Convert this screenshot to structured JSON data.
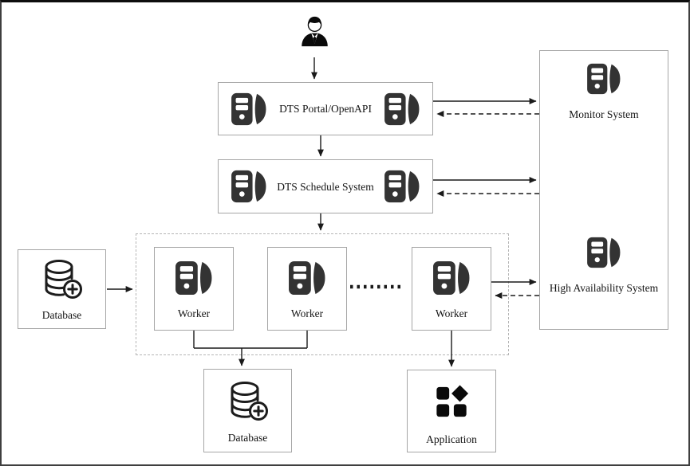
{
  "colors": {
    "background": "#ffffff",
    "box_border": "#a6a6a6",
    "dashed_group_border": "#b5b5b5",
    "server_icon": "#333333",
    "black_icon": "#0d0d0d",
    "connector_line": "#1a1a1a",
    "text": "#141414"
  },
  "nodes": {
    "user": {
      "icon": "user-icon"
    },
    "portal": {
      "label": "DTS Portal/OpenAPI",
      "icons": [
        "server-icon",
        "server-icon"
      ]
    },
    "schedule": {
      "label": "DTS Schedule System",
      "icons": [
        "server-icon",
        "server-icon"
      ]
    },
    "workers": [
      {
        "label": "Worker",
        "icon": "server-icon"
      },
      {
        "label": "Worker",
        "icon": "server-icon"
      },
      {
        "label": "Worker",
        "icon": "server-icon"
      }
    ],
    "source_database": {
      "label": "Database",
      "icon": "database-add-icon"
    },
    "target_database": {
      "label": "Database",
      "icon": "database-add-icon"
    },
    "application": {
      "label": "Application",
      "icon": "application-grid-icon"
    },
    "monitor": {
      "label": "Monitor System",
      "icon": "server-icon"
    },
    "high_availability": {
      "label": "High Availability System",
      "icon": "server-icon"
    }
  },
  "connections": [
    {
      "from": "user",
      "to": "dts-portal",
      "style": "solid-arrow"
    },
    {
      "from": "dts-portal",
      "to": "dts-schedule",
      "style": "solid-arrow"
    },
    {
      "from": "dts-schedule",
      "to": "worker-group",
      "style": "solid-arrow"
    },
    {
      "from": "source-database",
      "to": "worker-group",
      "style": "solid-arrow"
    },
    {
      "from": "worker-1",
      "to": "target-database",
      "style": "solid-arrow"
    },
    {
      "from": "worker-2",
      "to": "target-database",
      "style": "solid-arrow"
    },
    {
      "from": "worker-3",
      "to": "application",
      "style": "solid-arrow"
    },
    {
      "from": "dts-portal",
      "to": "monitor-system",
      "style": "solid-arrow"
    },
    {
      "from": "monitor-system",
      "to": "dts-portal",
      "style": "dashed-arrow"
    },
    {
      "from": "dts-schedule",
      "to": "monitor-system",
      "style": "solid-arrow"
    },
    {
      "from": "monitor-system",
      "to": "dts-schedule",
      "style": "dashed-arrow"
    },
    {
      "from": "worker-3",
      "to": "high-availability-system",
      "style": "solid-arrow"
    },
    {
      "from": "high-availability-system",
      "to": "worker-3",
      "style": "dashed-arrow"
    }
  ]
}
